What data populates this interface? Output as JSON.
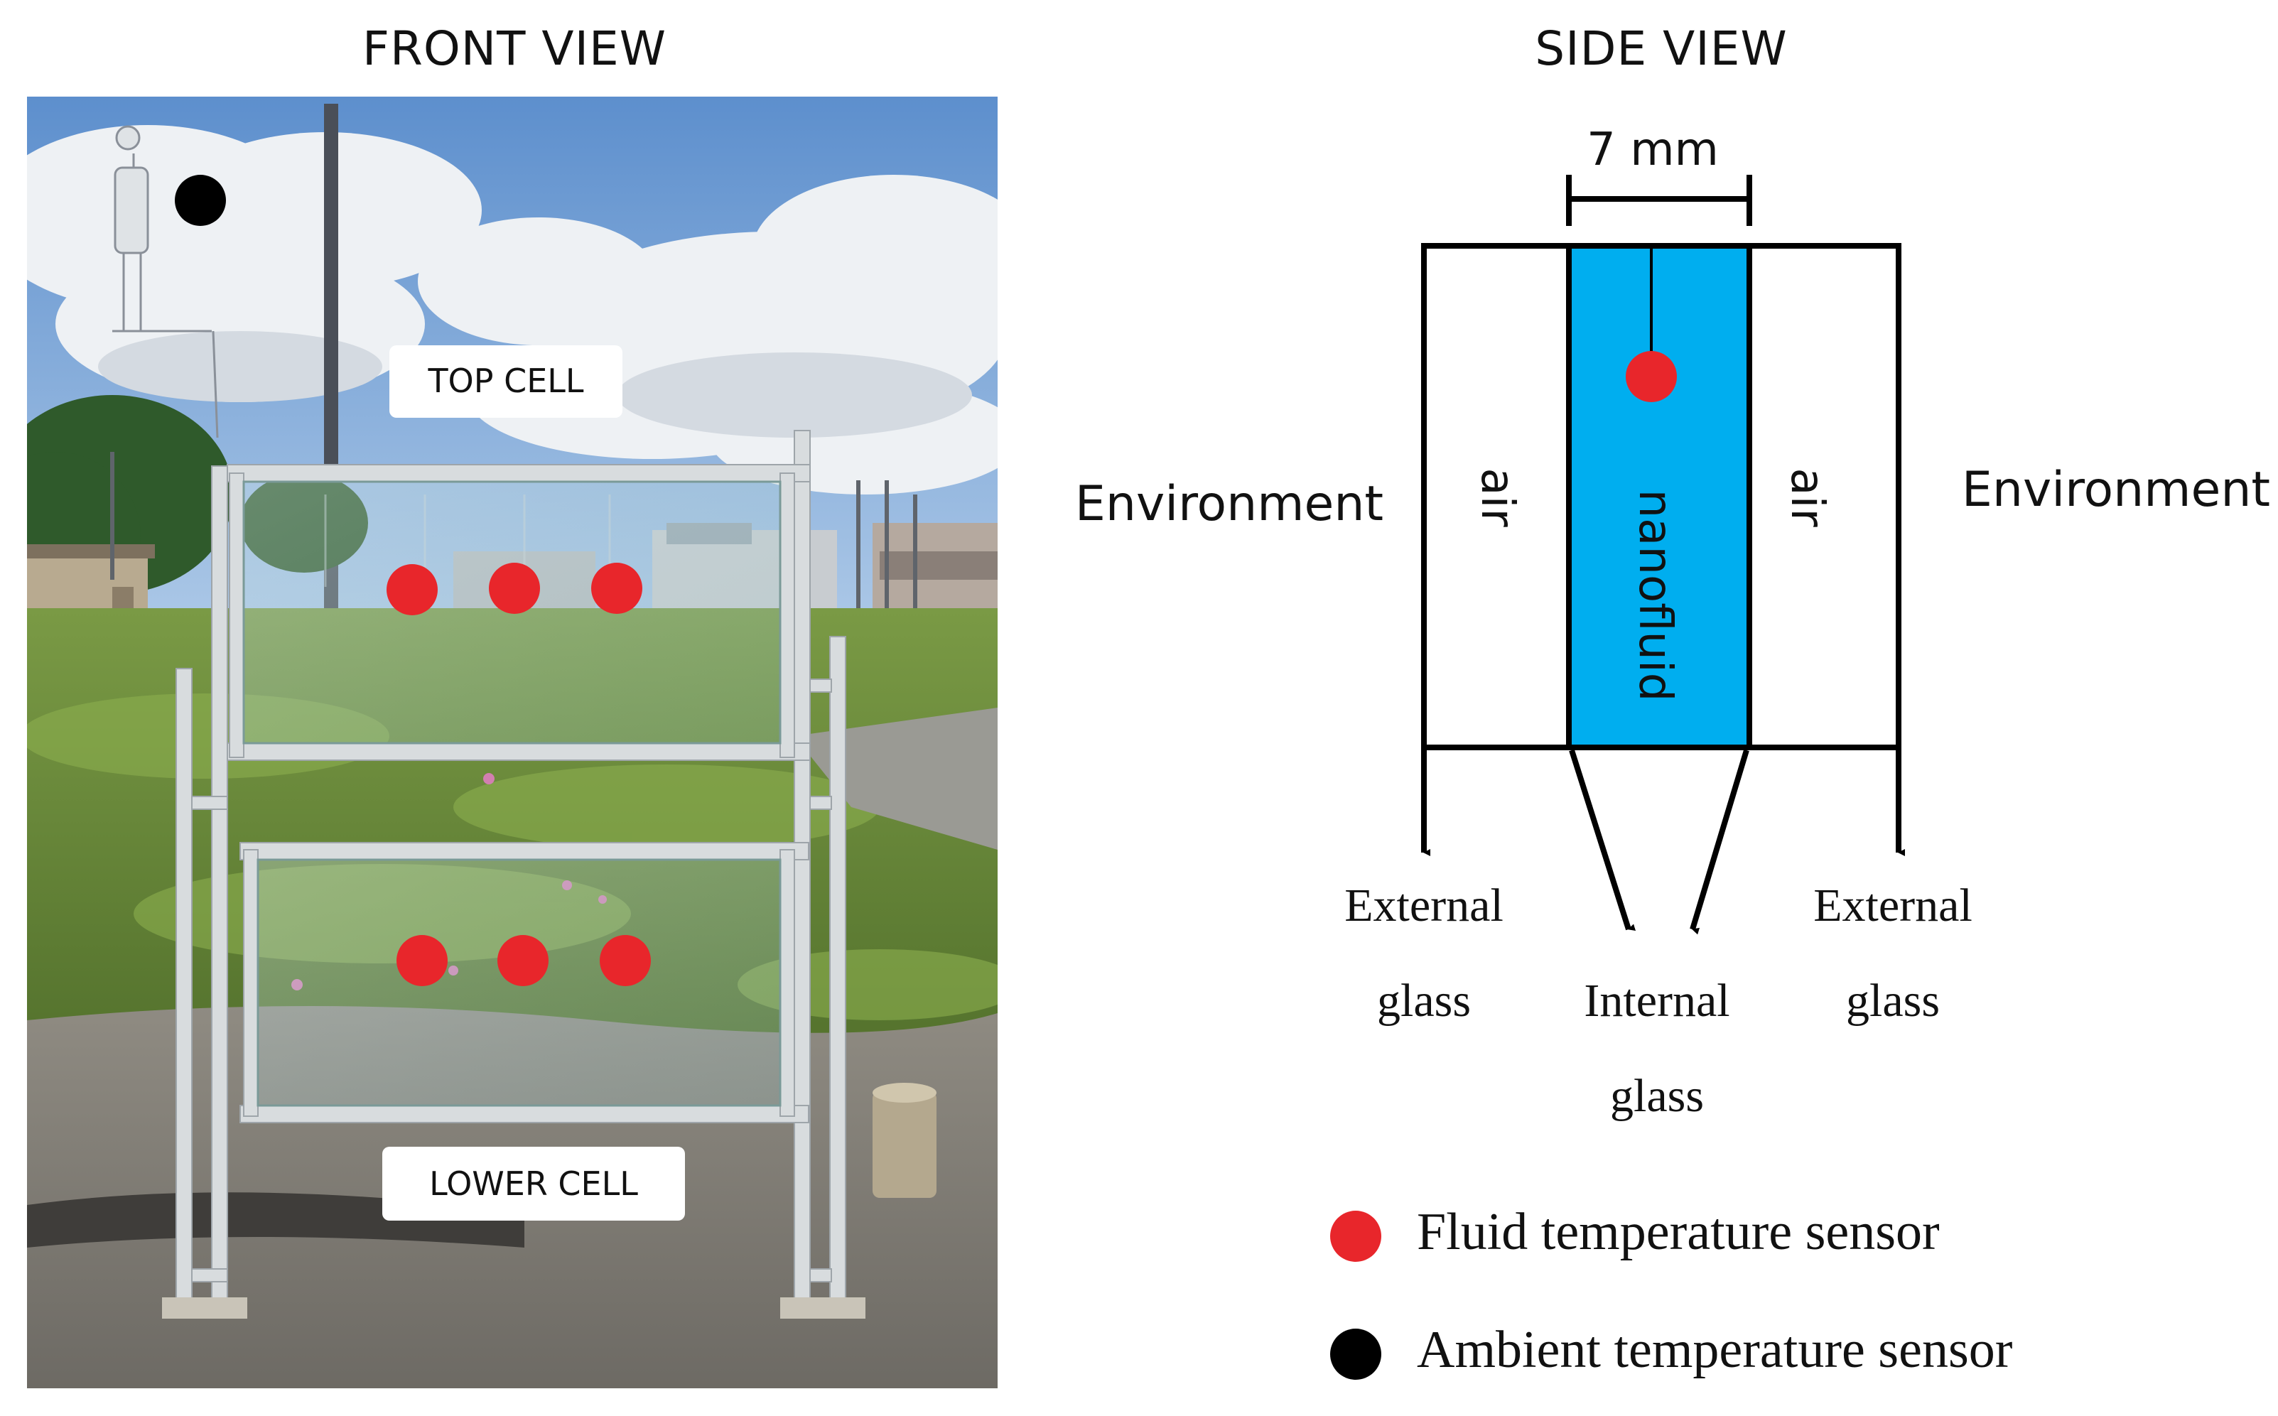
{
  "headings": {
    "front": "FRONT VIEW",
    "side": "SIDE VIEW"
  },
  "photo": {
    "top_cell_label": "TOP CELL",
    "lower_cell_label": "LOWER CELL"
  },
  "side_view": {
    "gap_dimension": "7 mm",
    "left_environment": "Environment",
    "right_environment": "Environment",
    "left_gap": "air",
    "center_gap": "nanofluid",
    "right_gap": "air",
    "left_glass": [
      "External",
      "glass"
    ],
    "center_glass": [
      "Internal",
      "glass"
    ],
    "right_glass": [
      "External",
      "glass"
    ]
  },
  "legend": {
    "fluid_sensor": "Fluid temperature sensor",
    "ambient_sensor": "Ambient temperature sensor"
  },
  "colors": {
    "fluid_sensor": "#e8262b",
    "ambient_sensor": "#000000",
    "nanofluid": "#00aeef",
    "sky": "#6f9fd6",
    "grass": "#6f8f3e"
  }
}
